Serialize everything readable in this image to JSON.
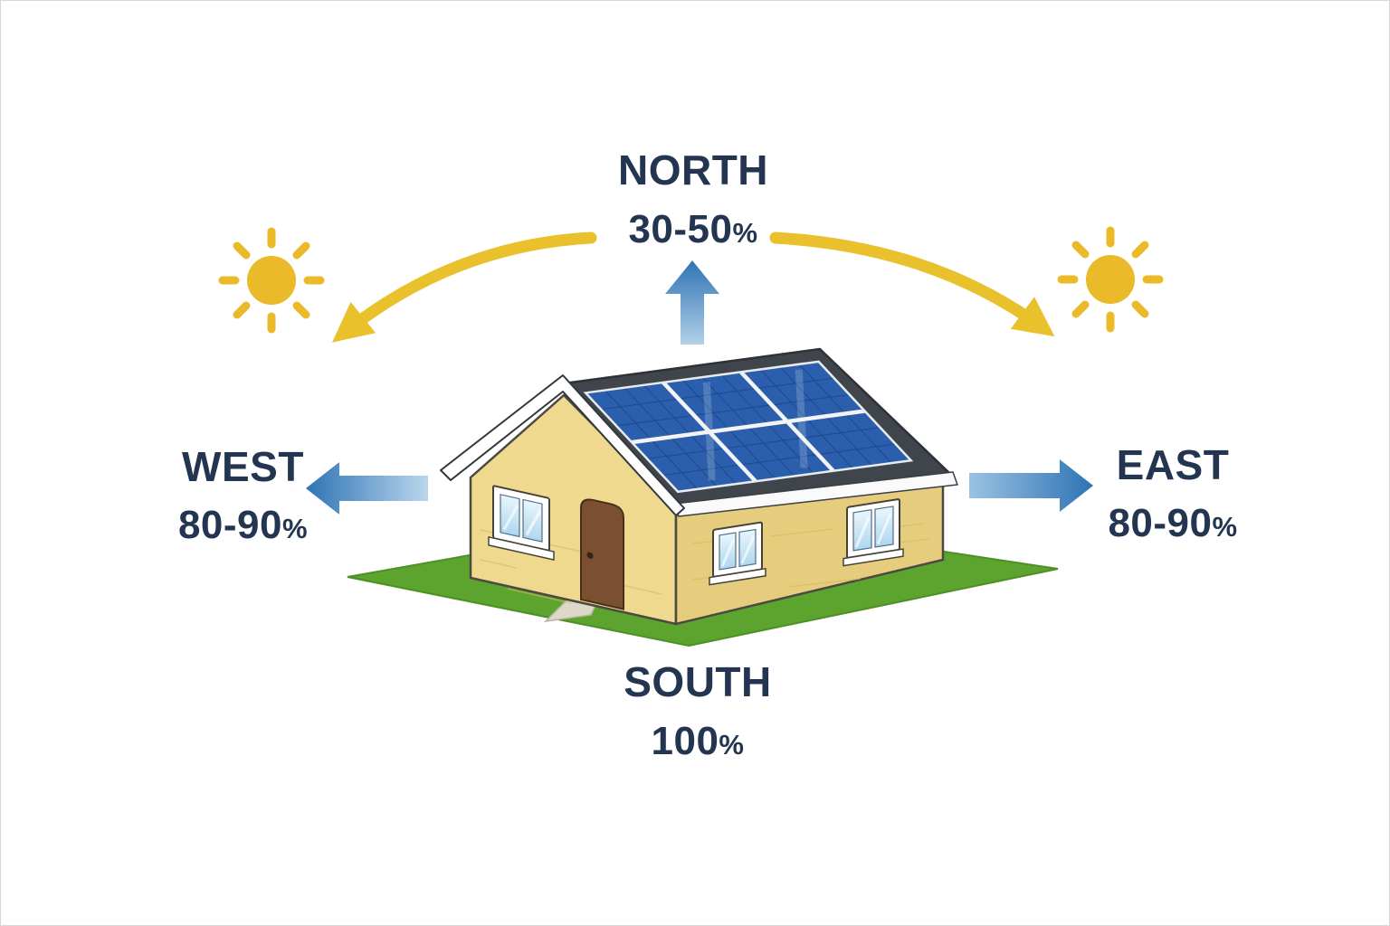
{
  "diagram": {
    "north": {
      "label": "NORTH",
      "value": "30-50",
      "unit": "%"
    },
    "west": {
      "label": "WEST",
      "value": "80-90",
      "unit": "%"
    },
    "east": {
      "label": "EAST",
      "value": "80-90",
      "unit": "%"
    },
    "south": {
      "label": "SOUTH",
      "value": "100",
      "unit": "%"
    }
  },
  "colors": {
    "text_navy": "#233550",
    "arrow_blue": "#2e73b4",
    "arrow_fade": "#bcd8ee",
    "sun_yellow": "#eaba2b",
    "arc_yellow": "#e9c12d",
    "grass_green": "#5ca42d",
    "wall_tan": "#efd98e",
    "wall_tan_shaded": "#e6cd7e",
    "roof_gray": "#40454b",
    "panel_blue": "#2b5fae",
    "door_brown": "#7b5030"
  }
}
